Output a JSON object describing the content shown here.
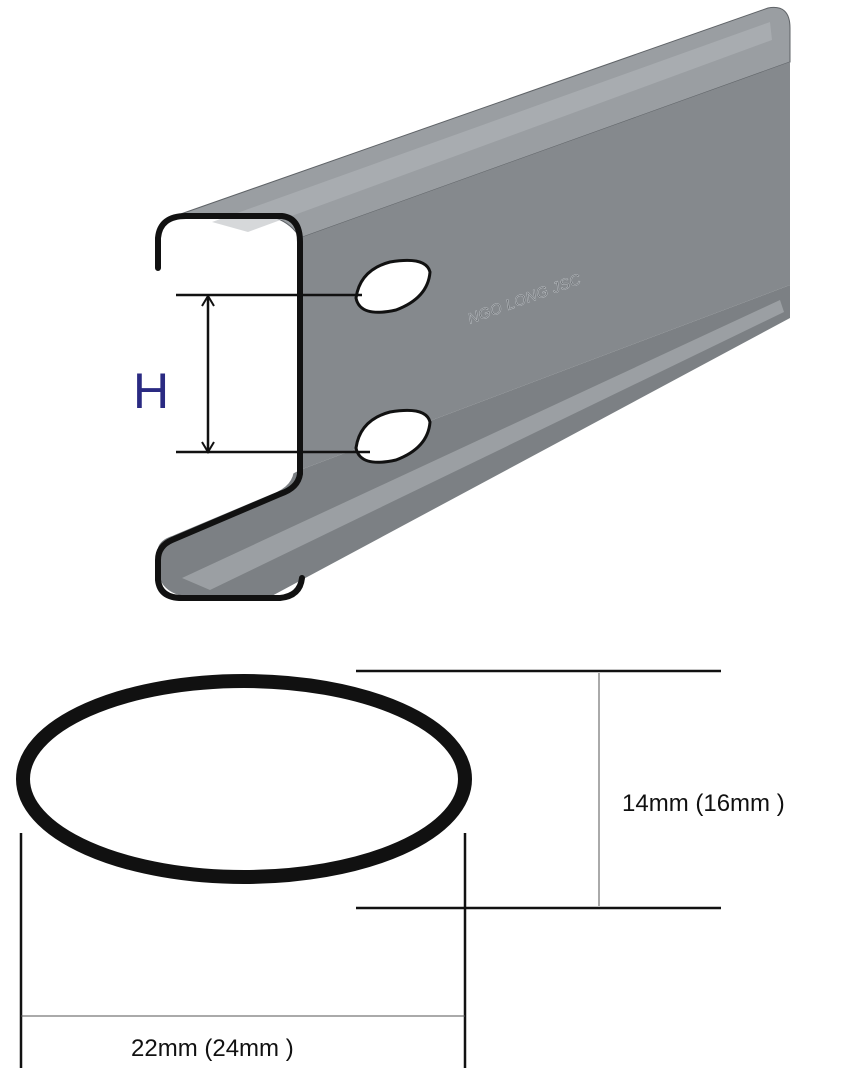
{
  "channel": {
    "engraving": "NGO LONG JSC",
    "hole_spacing_label": "H"
  },
  "slot": {
    "height_label": "14mm (16mm )",
    "width_label": "22mm (24mm )"
  },
  "colors": {
    "channel_face": "#85898d",
    "channel_top": "#9a9ea2",
    "channel_lip": "#a9adb1",
    "outline": "#111111",
    "h_label": "#2a2a82"
  }
}
